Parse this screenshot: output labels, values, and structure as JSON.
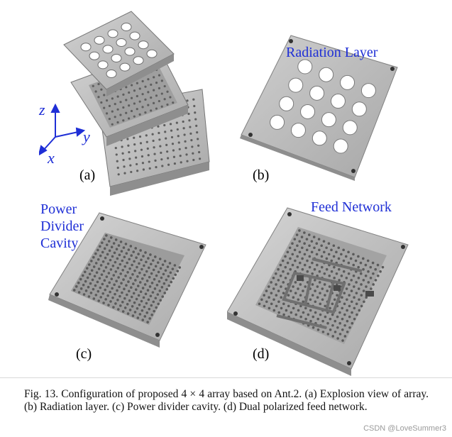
{
  "figure": {
    "panels": {
      "a": {
        "sublabel": "(a)",
        "axes": {
          "z": "z",
          "y": "y",
          "x": "x"
        }
      },
      "b": {
        "sublabel": "(b)",
        "callout": "Radiation Layer"
      },
      "c": {
        "sublabel": "(c)",
        "callout_lines": [
          "Power",
          "Divider",
          "Cavity"
        ]
      },
      "d": {
        "sublabel": "(d)",
        "callout": "Feed Network"
      }
    },
    "caption": "Fig. 13.   Configuration of proposed 4 × 4 array based on Ant.2. (a) Explosion view of array. (b) Radiation layer. (c) Power divider cavity. (d) Dual polarized feed network."
  },
  "watermark": "CSDN @LoveSummer3",
  "colors": {
    "callout": "#1f2fd6",
    "metal": "#b9b9b9",
    "metal_dark": "#8c8c8c"
  }
}
